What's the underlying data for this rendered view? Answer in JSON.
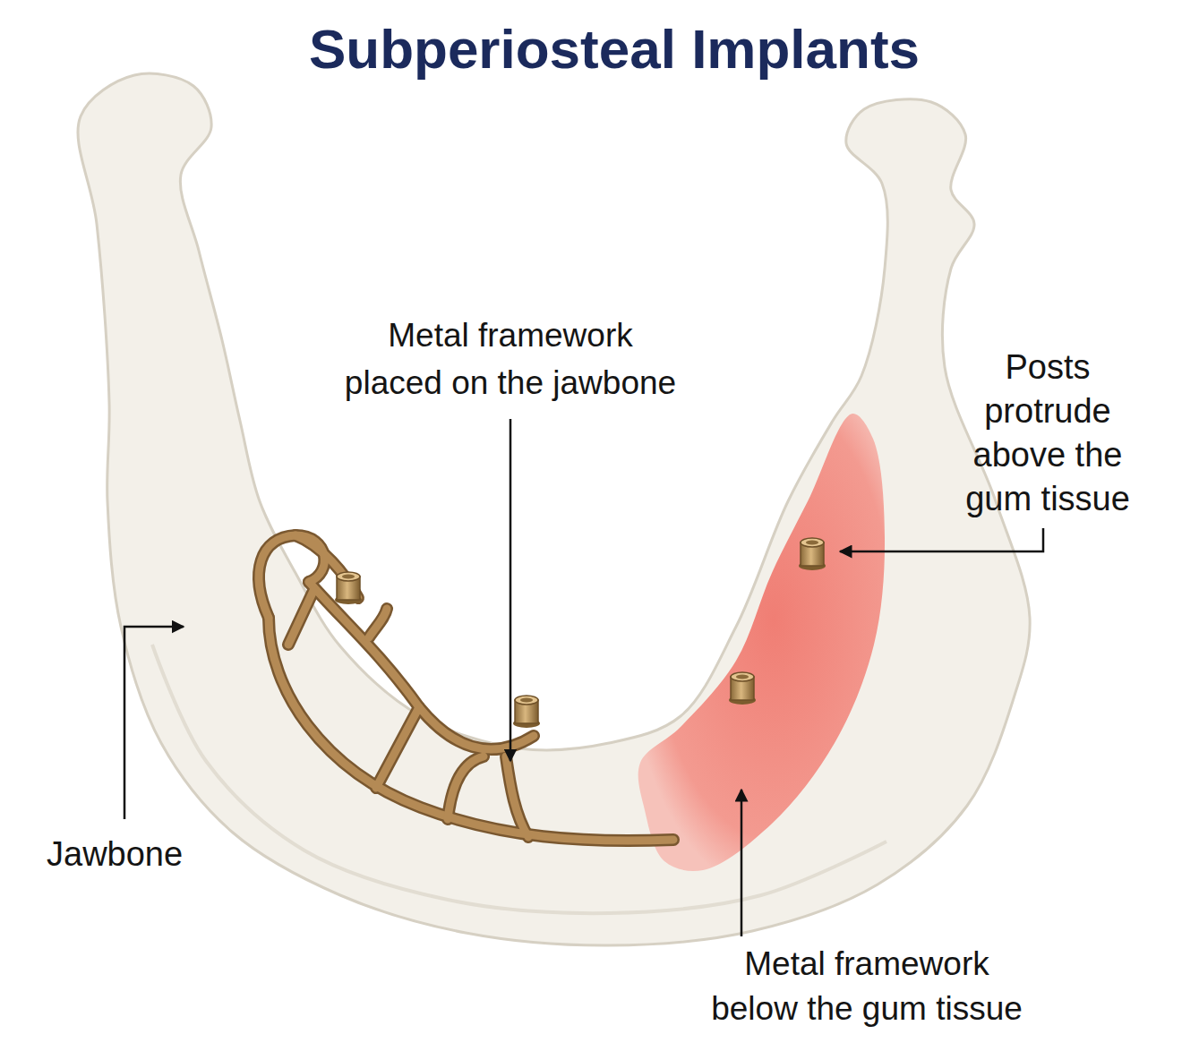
{
  "diagram": {
    "title": "Subperiosteal Implants",
    "labels": [
      "Metal framework placed on the jawbone",
      "Posts protrude above the gum tissue",
      "Jawbone",
      "Metal framework below the gum tissue"
    ]
  }
}
